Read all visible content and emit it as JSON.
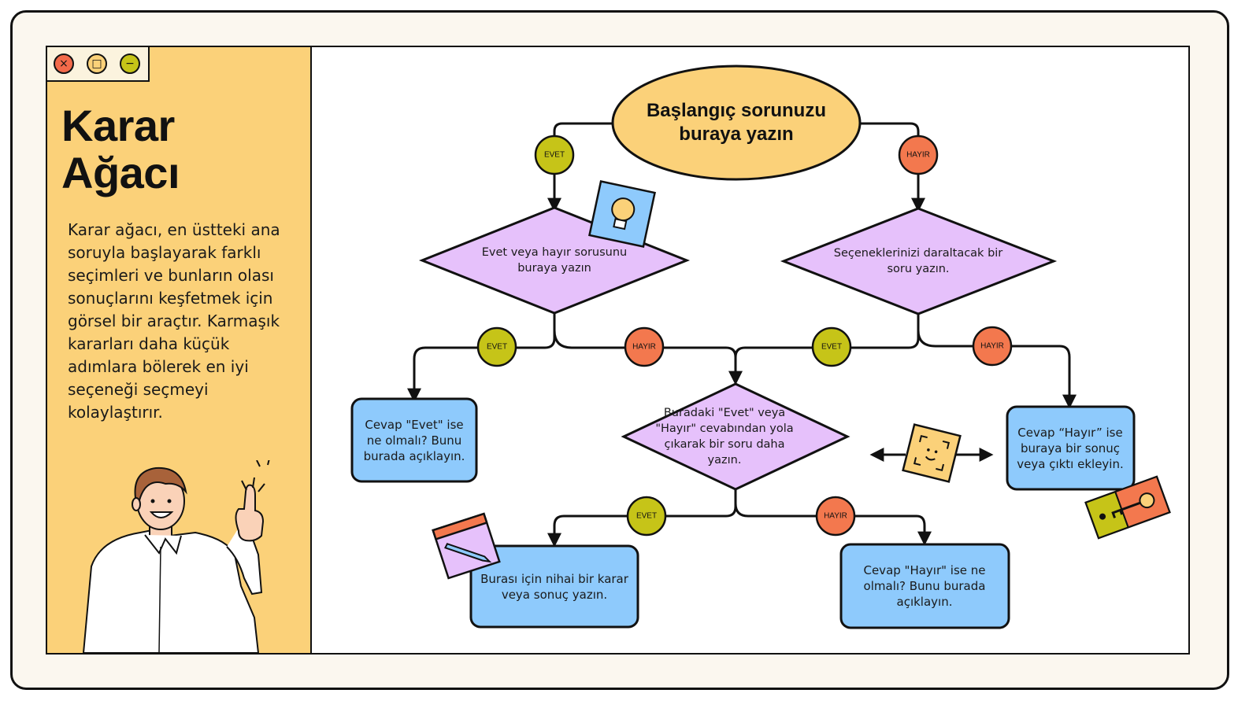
{
  "window_controls": {
    "close_icon": "×",
    "maximize_icon": "□",
    "minimize_icon": "−"
  },
  "sidebar": {
    "title_line1": "Karar",
    "title_line2": "Ağacı",
    "description": "Karar ağacı, en üstteki ana soruyla başlayarak farklı seçimleri ve bunların olası sonuçlarını keşfetmek için görsel bir araçtır. Karmaşık kararları daha küçük adımlara bölerek en iyi seçeneği seçmeyi kolaylaştırır."
  },
  "diagram": {
    "start": "Başlangıç sorunuzu buraya yazın",
    "q_left": "Evet veya hayır sorusunu buraya yazın",
    "q_right": "Seçeneklerinizi daraltacak bir soru yazın.",
    "q_center": "Buradaki \"Evet\" veya \"Hayır\" cevabından yola çıkarak bir soru daha yazın.",
    "r_left": "Cevap \"Evet\" ise ne olmalı? Bunu burada açıklayın.",
    "r_right": "Cevap “Hayır” ise buraya bir sonuç veya çıktı ekleyin.",
    "r_bottom_left": "Burası için nihai bir karar veya sonuç yazın.",
    "r_bottom_right": "Cevap \"Hayır\" ise ne olmalı? Bunu burada açıklayın.",
    "yes": "EVET",
    "no": "HAYIR"
  },
  "colors": {
    "start": "#fbd179",
    "question": "#e6c1fb",
    "result": "#8ecafc",
    "yes": "#c6c418",
    "no": "#f3784e",
    "outline": "#111111"
  },
  "icons": [
    "lightbulb-icon",
    "face-scan-icon",
    "pencil-icon",
    "key-icon",
    "double-arrow-icon"
  ]
}
